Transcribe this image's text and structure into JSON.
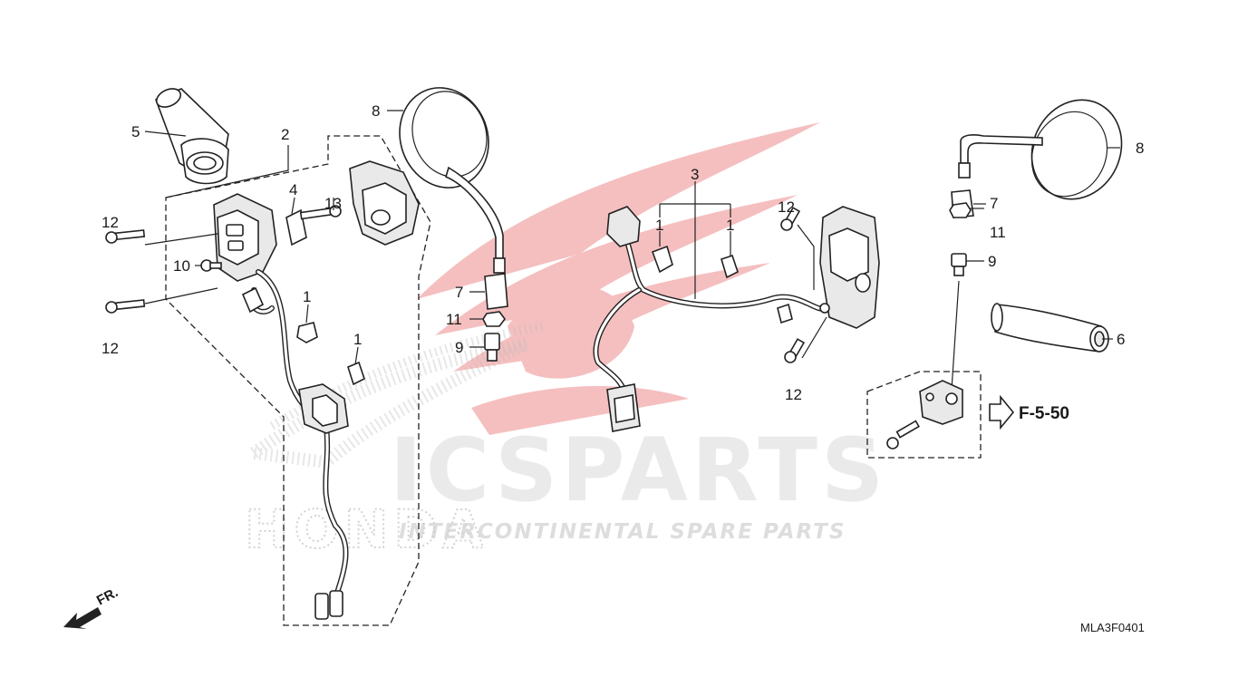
{
  "watermark": {
    "brand": "ICSPARTS",
    "tagline": "INTERCONTINENTAL SPARE PARTS",
    "maker": "HONDA"
  },
  "callouts": {
    "c1a": "1",
    "c1b": "1",
    "c1c": "1",
    "c1d": "1",
    "c2": "2",
    "c3": "3",
    "c4": "4",
    "c5": "5",
    "c6": "6",
    "c7a": "7",
    "c7b": "7",
    "c8a": "8",
    "c8b": "8",
    "c9a": "9",
    "c9b": "9",
    "c10": "10",
    "c11a": "11",
    "c11b": "11",
    "c12a": "12",
    "c12b": "12",
    "c12c": "12",
    "c12d": "12",
    "c13": "13"
  },
  "reference": "F-5-50",
  "front_marker": "FR.",
  "diagram_code": "MLA3F0401",
  "colors": {
    "accent": "#e23b3b",
    "line": "#222222",
    "watermark": "#d9d9d9"
  }
}
